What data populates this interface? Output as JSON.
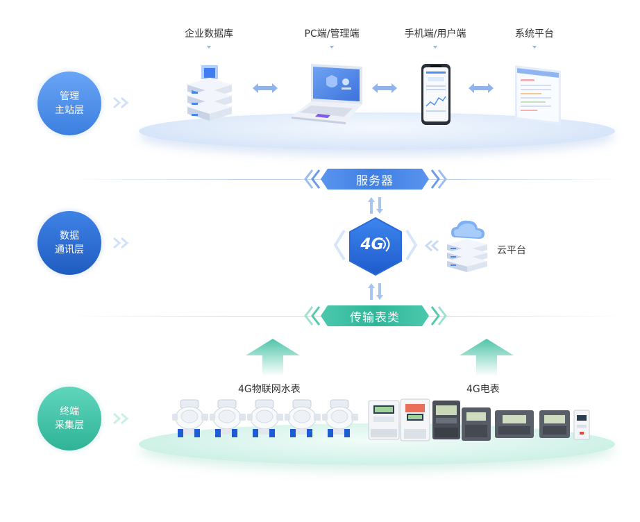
{
  "layers": [
    {
      "line1": "管理",
      "line2": "主站层",
      "color": "#3b7fe0"
    },
    {
      "line1": "数据",
      "line2": "通讯层",
      "color": "#2563c7"
    },
    {
      "line1": "终端",
      "line2": "采集层",
      "color": "#35c2a6"
    }
  ],
  "management": {
    "items": [
      {
        "label": "企业数据库"
      },
      {
        "label": "PC端/管理端"
      },
      {
        "label": "手机端/用户端"
      },
      {
        "label": "系统平台"
      }
    ]
  },
  "banners": {
    "server": "服务器",
    "transmission": "传输表类"
  },
  "comm": {
    "hub": "4G",
    "cloud": "云平台"
  },
  "terminal": {
    "water_label": "4G物联网水表",
    "electric_label": "4G电表"
  },
  "colors": {
    "blue": "#4d8ff0",
    "teal": "#3cc3a8",
    "line_blue": "#bcd3f2",
    "line_teal": "#b7e6da"
  }
}
